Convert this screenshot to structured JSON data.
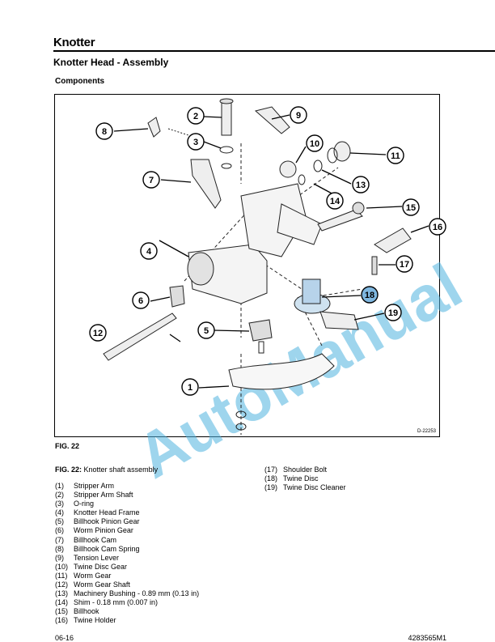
{
  "header": {
    "section": "Knotter",
    "title": "Knotter Head - Assembly",
    "subtitle": "Components"
  },
  "figure": {
    "code": "D-22253",
    "label": "FIG. 22",
    "watermark": "AutoManual",
    "callouts": [
      "1",
      "2",
      "3",
      "4",
      "5",
      "6",
      "7",
      "8",
      "9",
      "10",
      "11",
      "12",
      "13",
      "14",
      "15",
      "16",
      "17",
      "18",
      "19"
    ]
  },
  "caption": {
    "ref": "FIG. 22:",
    "text": "Knotter shaft assembly"
  },
  "legend": [
    {
      "num": "(1)",
      "label": "Stripper Arm"
    },
    {
      "num": "(2)",
      "label": "Stripper Arm Shaft"
    },
    {
      "num": "(3)",
      "label": "O-ring"
    },
    {
      "num": "(4)",
      "label": "Knotter Head Frame"
    },
    {
      "num": "(5)",
      "label": "Billhook Pinion Gear"
    },
    {
      "num": "(6)",
      "label": "Worm Pinion Gear"
    },
    {
      "num": "(7)",
      "label": "Billhook Cam"
    },
    {
      "num": "(8)",
      "label": "Billhook Cam Spring"
    },
    {
      "num": "(9)",
      "label": "Tension Lever"
    },
    {
      "num": "(10)",
      "label": "Twine Disc Gear"
    },
    {
      "num": "(11)",
      "label": "Worm Gear"
    },
    {
      "num": "(12)",
      "label": "Worm Gear Shaft"
    },
    {
      "num": "(13)",
      "label": "Machinery Bushing - 0.89 mm (0.13 in)"
    },
    {
      "num": "(14)",
      "label": "Shim - 0.18 mm (0.007 in)"
    },
    {
      "num": "(15)",
      "label": "Billhook"
    },
    {
      "num": "(16)",
      "label": "Twine Holder"
    },
    {
      "num": "(17)",
      "label": "Shoulder Bolt"
    },
    {
      "num": "(18)",
      "label": "Twine Disc"
    },
    {
      "num": "(19)",
      "label": "Twine Disc Cleaner"
    }
  ],
  "footer": {
    "page": "06-16",
    "doc": "4283565M1"
  },
  "colors": {
    "watermark": "#4fb3e0",
    "highlight": "#5fa8d8"
  }
}
